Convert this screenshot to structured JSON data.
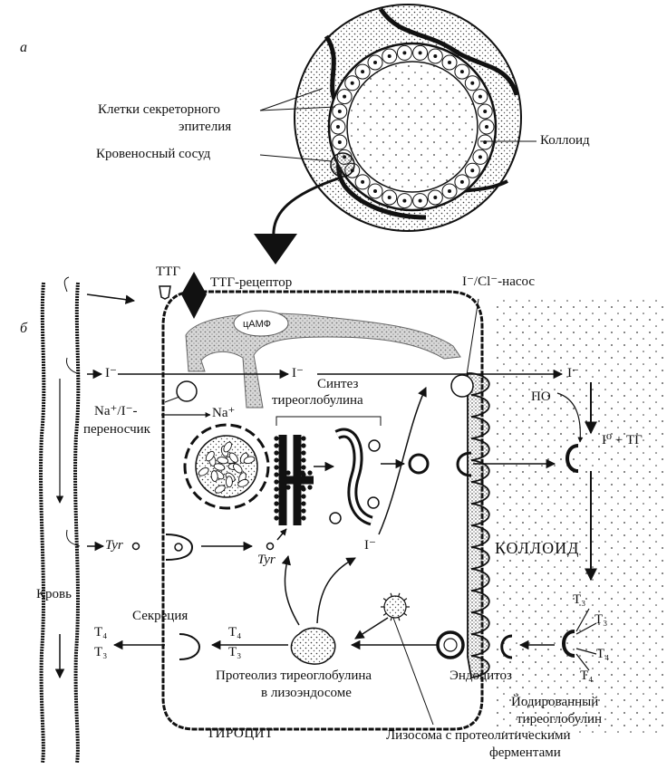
{
  "panels": {
    "a": "а",
    "b": "б"
  },
  "follicle": {
    "secretory_cells": [
      "Клетки секреторного",
      "эпителия"
    ],
    "blood_vessel": "Кровеносный сосуд",
    "colloid": "Коллоид"
  },
  "cell": {
    "tsh": "ТТГ",
    "tsh_receptor": "ТТГ-рецептор",
    "camp": "цАМФ",
    "pump": "I⁻/Cl⁻-насос",
    "iodide_1": "I⁻",
    "iodide_2": "I⁻",
    "iodide_3": "I⁻",
    "iodide_4": "I⁻",
    "na_i_transporter": [
      "Na⁺/I⁻-",
      "переносчик"
    ],
    "na": "Na⁺",
    "tg_synthesis": [
      "Синтез",
      "тиреоглобулина"
    ],
    "po": "ПО",
    "i0_tg": "I⁰ + ТГ",
    "tyr_1": "Tyr",
    "tyr_2": "Tyr",
    "colloid_label": "КОЛЛОИД",
    "blood": "Кровь",
    "secretion": "Секреция",
    "t4_left": "T₄",
    "t3_left": "T₃",
    "t4_mid": "T₄",
    "t3_mid": "T₃",
    "t3_r1": "T₃",
    "t3_r2": "T₃",
    "t4_r1": "T₄",
    "t4_r2": "T₄",
    "proteolysis": [
      "Протеолиз тиреоглобулина",
      "в лизоэндосоме"
    ],
    "endocytosis": "Эндоцитоз",
    "iodinated_tg": [
      "Йодированный",
      "тиреоглобулин"
    ],
    "thyrocyte": "ТИРОЦИТ",
    "lysosome": [
      "Лизосома с протеолитическими",
      "ферментами"
    ]
  }
}
